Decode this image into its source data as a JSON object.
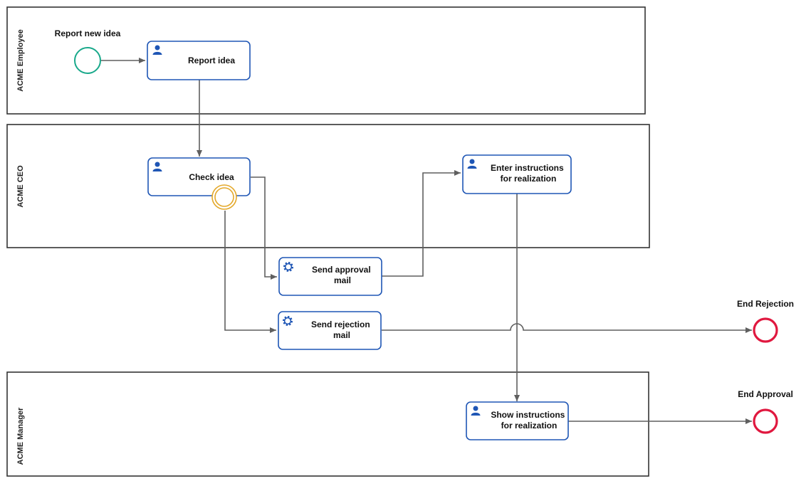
{
  "lanes": [
    {
      "title": "ACME Employee"
    },
    {
      "title": "ACME CEO"
    },
    {
      "title": "ACME Manager"
    }
  ],
  "tasks": {
    "report_idea": {
      "lines": [
        "Report idea"
      ],
      "icon": "user-icon"
    },
    "check_idea": {
      "lines": [
        "Check idea"
      ],
      "icon": "user-icon"
    },
    "enter_instructions": {
      "lines": [
        "Enter instructions",
        "for realization"
      ],
      "icon": "user-icon"
    },
    "send_approval": {
      "lines": [
        "Send approval",
        "mail"
      ],
      "icon": "gear-icon"
    },
    "send_rejection": {
      "lines": [
        "Send rejection",
        "mail"
      ],
      "icon": "gear-icon"
    },
    "show_instructions": {
      "lines": [
        "Show instructions",
        "for realization"
      ],
      "icon": "user-icon"
    }
  },
  "events": {
    "start": {
      "label": "Report new idea"
    },
    "end_rejection": {
      "label": "End Rejection"
    },
    "end_approval": {
      "label": "End Approval"
    }
  },
  "colors": {
    "task_stroke": "#1f56b5",
    "icon": "#1f56b5",
    "start_event": "#1aa98b",
    "end_event": "#e0183f",
    "boundary_event": "#e4a829",
    "flow": "#5f5f5f",
    "lane_border": "#333333"
  }
}
